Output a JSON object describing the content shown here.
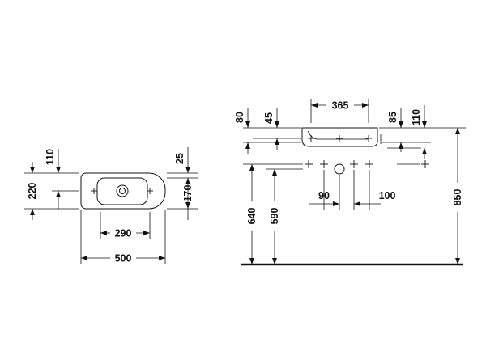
{
  "drawing": {
    "plan_view": {
      "dim_500": "500",
      "dim_290": "290",
      "dim_220": "220",
      "dim_170": "170",
      "dim_110": "110",
      "dim_25": "25"
    },
    "side_view": {
      "dim_365": "365",
      "dim_80": "80",
      "dim_45": "45",
      "dim_85": "85",
      "dim_110": "110",
      "dim_850": "850",
      "dim_640": "640",
      "dim_590": "590",
      "dim_90": "90",
      "dim_100": "100"
    }
  }
}
